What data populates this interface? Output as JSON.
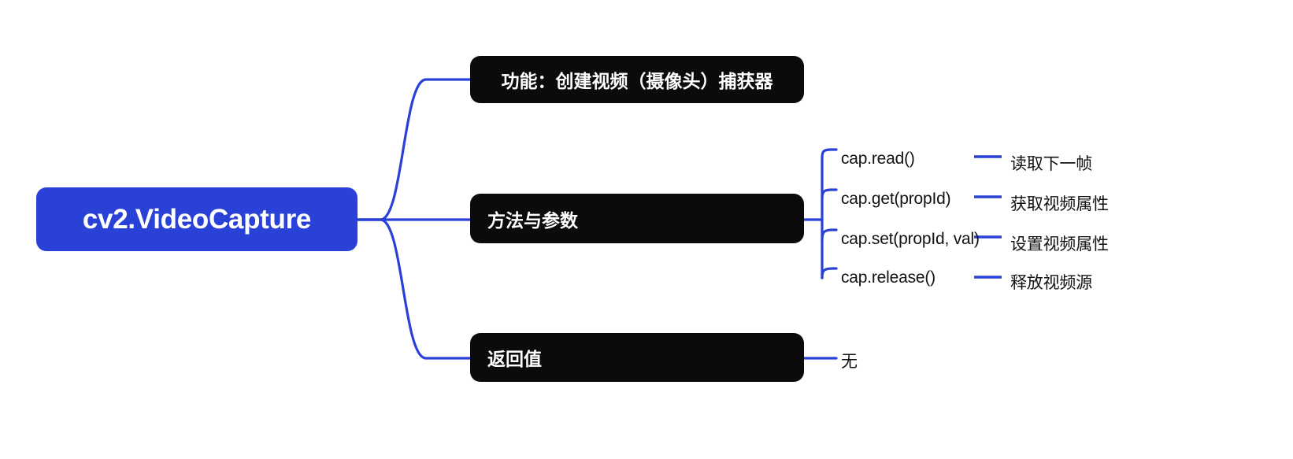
{
  "diagram": {
    "type": "mindmap",
    "title": "cv2.VideoCapture",
    "colors": {
      "root_fill": "#2a41d8",
      "root_text": "#ffffff",
      "branch_fill": "#0b0b0c",
      "branch_text": "#ffffff",
      "edge": "#2a41d8",
      "leaf_text": "#121212",
      "background": "#ffffff"
    },
    "root": {
      "label": "cv2.VideoCapture"
    },
    "branches": [
      {
        "label": "功能：创建视频（摄像头）捕获器",
        "align": "center",
        "children": []
      },
      {
        "label": "方法与参数",
        "align": "left",
        "children": [
          {
            "method": "cap.read()",
            "description": "读取下一帧"
          },
          {
            "method": "cap.get(propId)",
            "description": "获取视频属性"
          },
          {
            "method": "cap.set(propId, val)",
            "description": "设置视频属性"
          },
          {
            "method": "cap.release()",
            "description": "释放视频源"
          }
        ]
      },
      {
        "label": "返回值",
        "align": "left",
        "children": [
          {
            "method": "无",
            "description": ""
          }
        ]
      }
    ]
  }
}
